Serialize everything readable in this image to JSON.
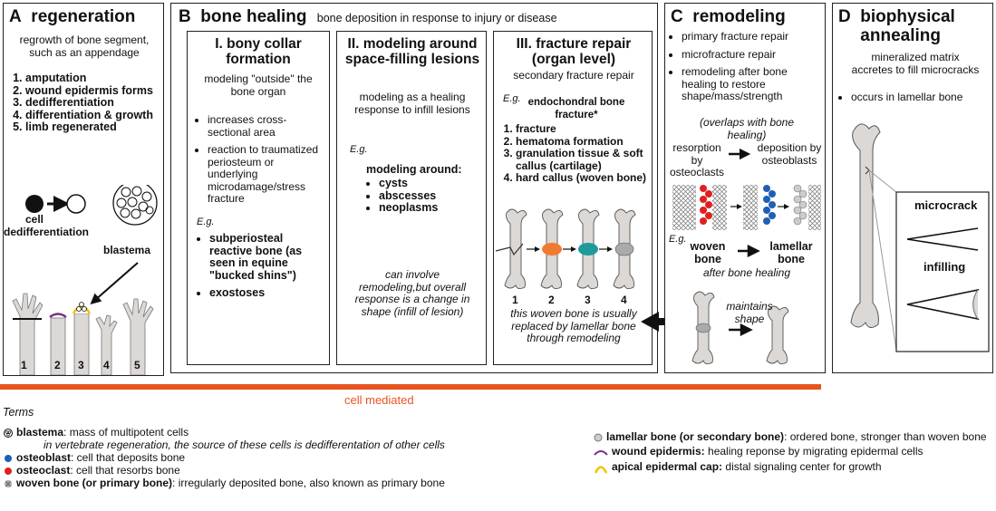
{
  "panelA": {
    "letter": "A",
    "title": "regeneration",
    "desc": "regrowth of bone segment, such as an appendage",
    "steps": [
      "amputation",
      "wound epidermis forms",
      "dedifferentiation",
      "differentiation & growth",
      "limb regenerated"
    ],
    "cell_label": "cell dedifferentiation",
    "blastema_label": "blastema",
    "stage_numbers": [
      "1",
      "2",
      "3",
      "4",
      "5"
    ]
  },
  "panelB": {
    "letter": "B",
    "title": "bone healing",
    "subtitle": "bone deposition in response to injury or disease",
    "col1": {
      "title": "I. bony collar formation",
      "desc": "modeling \"outside\" the bone organ",
      "bullets": [
        "increases cross-sectional area",
        "reaction to traumatized periosteum or underlying microdamage/stress fracture"
      ],
      "eg": "E.g.",
      "examples": [
        "subperiosteal reactive bone (as seen in equine \"bucked shins\")",
        "exostoses"
      ]
    },
    "col2": {
      "title": "II. modeling around space-filling lesions",
      "desc": "modeling as a healing response to infill lesions",
      "eg": "E.g.",
      "head": "modeling around:",
      "examples": [
        "cysts",
        "abscesses",
        "neoplasms"
      ],
      "note": "can involve remodeling,but overall response is a change in shape (infill of lesion)"
    },
    "col3": {
      "title": "III. fracture repair (organ level)",
      "desc": "secondary fracture repair",
      "eg": "E.g.",
      "example": "endochondral bone fracture*",
      "steps": [
        "fracture",
        "hematoma formation",
        "granulation tissue & soft callus (cartilage)",
        "hard callus (woven bone)"
      ],
      "stage_numbers": [
        "1",
        "2",
        "3",
        "4"
      ],
      "note": "this woven bone is usually replaced by lamellar bone through remodeling"
    }
  },
  "panelC": {
    "letter": "C",
    "title": "remodeling",
    "bullets": [
      "primary fracture repair",
      "microfracture repair",
      "remodeling after bone healing to restore shape/mass/strength"
    ],
    "note": "(overlaps with bone healing)",
    "resorption": "resorption by osteoclasts",
    "deposition": "deposition by osteoblasts",
    "eg": "E.g.",
    "woven": "woven bone",
    "lamellar": "lamellar bone",
    "after": "after bone healing",
    "maintains": "maintains shape"
  },
  "panelD": {
    "letter": "D",
    "title": "biophysical annealing",
    "desc": "mineralized matrix accretes to fill microcracks",
    "bullet": "occurs in lamellar bone",
    "microcrack": "microcrack",
    "infilling": "infilling"
  },
  "bar_label": "cell mediated",
  "terms": {
    "heading": "Terms",
    "items": [
      {
        "term": "blastema",
        "def": ": mass of multipotent cells",
        "extra": "in vertebrate regeneration, the source of these cells is dedifferentation of other cells"
      },
      {
        "term": "osteoblast",
        "def": ": cell that deposits bone"
      },
      {
        "term": "osteoclast",
        "def": ": cell that resorbs bone"
      },
      {
        "term": "woven bone (or primary bone)",
        "def": ": irregularly deposited bone, also known as primary bone"
      },
      {
        "term": "lamellar bone (or secondary bone)",
        "def": ": ordered bone, stronger than woven bone"
      },
      {
        "term": "wound epidermis:",
        "def": " healing reponse by migrating epidermal cells"
      },
      {
        "term": "apical epidermal cap:",
        "def": " distal signaling center for growth"
      }
    ]
  },
  "colors": {
    "accent": "#e8541f",
    "osteoblast": "#1f5fb4",
    "osteoclast": "#e02020",
    "wound": "#7b2d8b",
    "cap": "#f2c200",
    "callus_soft": "#f07a30",
    "callus_hard": "#1f9a9a",
    "bone": "#d9d4d2"
  }
}
